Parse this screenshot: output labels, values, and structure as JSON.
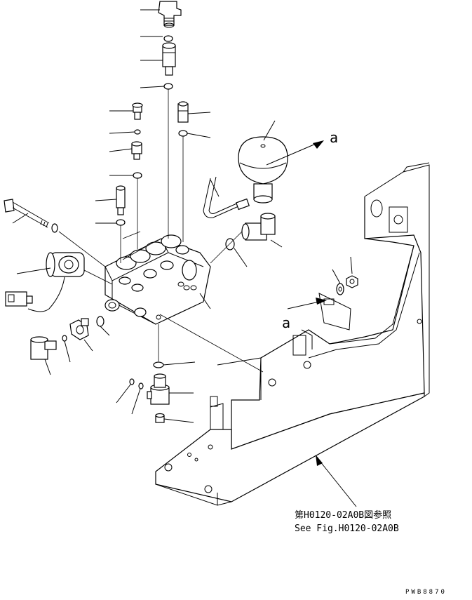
{
  "labels": {
    "arrow_upper": "a",
    "arrow_lower": "a",
    "ref_jp": "第H0120-02A0B図参照",
    "ref_en": "See Fig.H0120-02A0B",
    "drawing_code": "PWB8870"
  },
  "colors": {
    "ink": "#000000",
    "paper": "#ffffff"
  }
}
